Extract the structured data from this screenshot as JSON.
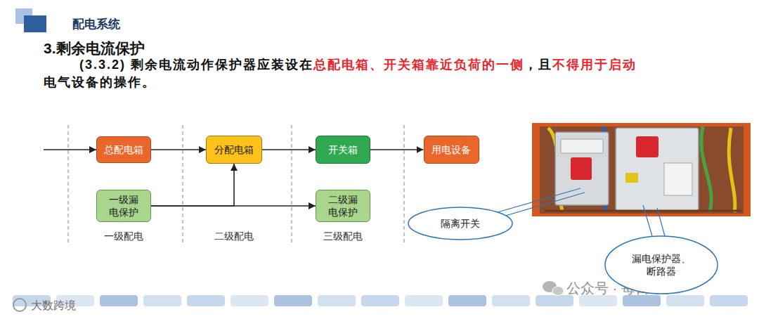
{
  "diagram": {
    "title": "3.剩余电流保护",
    "nodes": [
      {
        "text": [
          "总配电箱"
        ]
      },
      {
        "text": [
          "分配电箱"
        ]
      },
      {
        "text": [
          "开关箱"
        ]
      },
      {
        "text": [
          "用电设备"
        ]
      },
      {
        "text": [
          "一级漏 电保护"
        ]
      },
      {
        "text": [
          "二级漏 电保护"
        ]
      },
      {
        "text": [
          "隔离开关"
        ]
      },
      {
        "text": [
          "漏电保护器、 断路器"
        ]
      }
    ],
    "edges": [
      {
        "from": 0,
        "to": 1,
        "arrow": "to"
      },
      {
        "from": 1,
        "to": 2,
        "arrow": "to"
      },
      {
        "from": 2,
        "to": 3,
        "arrow": "to"
      },
      {
        "from": 4,
        "to": 1,
        "arrow": "to"
      },
      {
        "from": 4,
        "to": 5,
        "arrow": "to"
      }
    ],
    "labels": [
      "配电系统",
      "(3.3.2) 剩余电流动作保护器应装设在",
      "总配电箱、开关箱靠近负荷的一侧",
      "，且",
      "不得用于启动",
      "电气设备的操作。",
      "一级配电",
      "二级配电",
      "三级配电",
      "公众号 · 每日HSE",
      "大数跨境"
    ]
  }
}
